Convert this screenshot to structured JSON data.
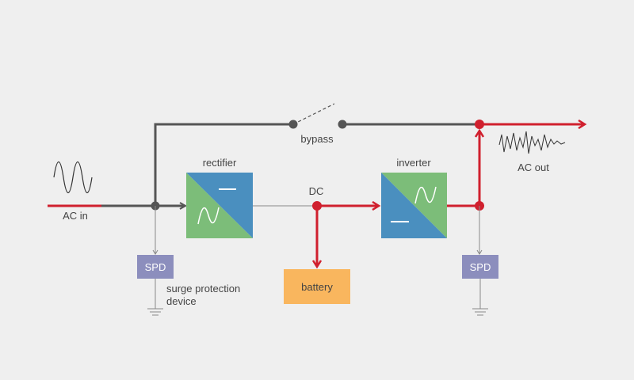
{
  "labels": {
    "ac_in": "AC in",
    "ac_out": "AC out",
    "bypass": "bypass",
    "rectifier": "rectifier",
    "inverter": "inverter",
    "dc": "DC",
    "battery": "battery",
    "spd_left": "SPD",
    "spd_right": "SPD",
    "spd_desc_line1": "surge protection",
    "spd_desc_line2": "device"
  },
  "colors": {
    "background": "#efefef",
    "grey_line": "#555555",
    "red_line": "#d0202e",
    "thin_line": "#888888",
    "converter_blue": "#4a8fbf",
    "converter_green": "#7cbd79",
    "battery_fill": "#f9b65e",
    "spd_fill": "#8c8ebd",
    "waveform": "#333333"
  },
  "icons": {
    "ground": "ground-symbol-icon",
    "sine": "sine-wave-icon",
    "switch": "open-switch-icon"
  }
}
